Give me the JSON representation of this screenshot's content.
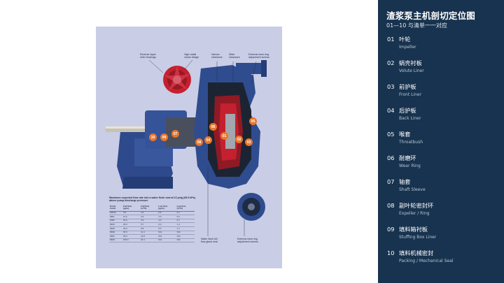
{
  "panel": {
    "title": "渣浆泵主机剖切定位图",
    "subtitle": "01—10 与清单一一对应",
    "items": [
      {
        "num": "01",
        "cn": "叶轮",
        "en": "Impeller"
      },
      {
        "num": "02",
        "cn": "蜗壳衬板",
        "en": "Volute Liner"
      },
      {
        "num": "03",
        "cn": "前护板",
        "en": "Front Liner"
      },
      {
        "num": "04",
        "cn": "后护板",
        "en": "Back Liner"
      },
      {
        "num": "05",
        "cn": "喉套",
        "en": "Throatbush"
      },
      {
        "num": "06",
        "cn": "耐磨环",
        "en": "Wear Ring"
      },
      {
        "num": "07",
        "cn": "轴套",
        "en": "Shaft Sleeve"
      },
      {
        "num": "08",
        "cn": "副叶轮密封环",
        "en": "Expeller / Ring"
      },
      {
        "num": "09",
        "cn": "填料箱衬板",
        "en": "Stuffing Box Liner"
      },
      {
        "num": "10",
        "cn": "填料机械密封",
        "en": "Packing / Mechanical Seal"
      }
    ]
  },
  "figure": {
    "callouts": {
      "bearings": "Reverse-taper\nroller bearings",
      "vanes": "High radial\nvanes design",
      "narrow": "Narrow\nclearance",
      "wide": "Wide\nclearance",
      "wear_ring_top": "External wear ring\nadjustment screws",
      "gland_seal": "Water flush full\nflow gland seal",
      "wear_ring_bottom": "External wear ring\nadjustment screws"
    },
    "markers": [
      "01",
      "02",
      "03",
      "04",
      "05",
      "06",
      "07",
      "08",
      "09",
      "10"
    ],
    "flow_table": {
      "title": "Maximum expected flow rate into a water flush seal at 10 psig (68.9 kPa) above pump discharge pressure",
      "headers": [
        "Pump\nframe",
        "Full flow\n(gpm)",
        "Full flow\n(m³/h)",
        "Low flow\n(gpm)",
        "Low flow\n(m³/h)"
      ],
      "rows": [
        [
          "MAHA",
          "4.5",
          "1.0",
          "0.5",
          "0.1"
        ],
        [
          "MBA",
          "11.5",
          "2.6",
          "1.0",
          "0.2"
        ],
        [
          "MAB",
          "20.0",
          "4.5",
          "3.0",
          "0.7"
        ],
        [
          "MMC",
          "25.0",
          "5.7",
          "6.0",
          "1.4"
        ],
        [
          "MMD",
          "30.0",
          "6.8",
          "5.0",
          "1.1"
        ],
        [
          "MME",
          "35.0",
          "11.4",
          "N/A",
          "N/A"
        ],
        [
          "MMF",
          "65.0",
          "14.8",
          "N/A",
          "N/A"
        ],
        [
          "MMG",
          "150.0",
          "34.1",
          "N/A",
          "N/A"
        ]
      ]
    }
  },
  "colors": {
    "panel_bg": "#18334f",
    "figure_bg": "#c9cde6",
    "pump_blue": "#2f4c8f",
    "accent_orange": "#e9762b",
    "impeller_red": "#c4202f"
  }
}
